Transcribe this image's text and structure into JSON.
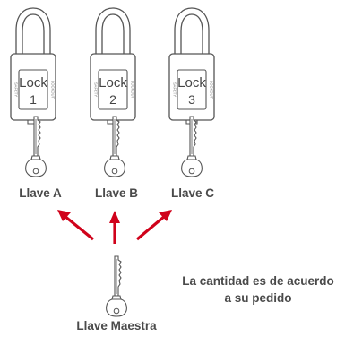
{
  "locks": [
    {
      "title": "Lock",
      "number": "1",
      "side_left": "SAFETY",
      "side_right": "LOCKOUT"
    },
    {
      "title": "Lock",
      "number": "2",
      "side_left": "SAFETY",
      "side_right": "LOCKOUT"
    },
    {
      "title": "Lock",
      "number": "3",
      "side_left": "SAFETY",
      "side_right": "LOCKOUT"
    }
  ],
  "keys": [
    {
      "label": "Llave A"
    },
    {
      "label": "Llave B"
    },
    {
      "label": "Llave C"
    }
  ],
  "master_key": {
    "label": "Llave Maestra"
  },
  "note": {
    "line1": "La cantidad es de acuerdo",
    "line2": "a su pedido"
  },
  "colors": {
    "outline": "#555555",
    "arrow": "#d0021b",
    "text": "#4a4a4a"
  }
}
